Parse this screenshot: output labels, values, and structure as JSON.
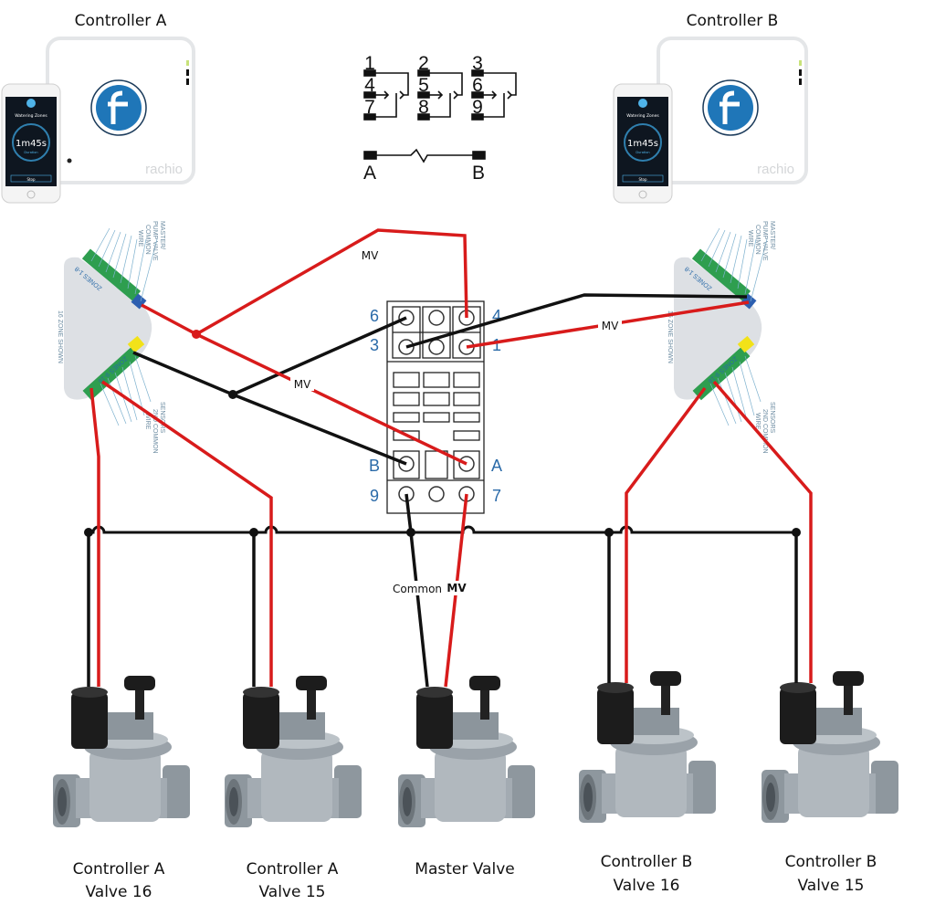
{
  "controllers": [
    {
      "title": "Controller A",
      "brand": "rachio",
      "phone": {
        "screen_title": "Watering Zones",
        "time": "1m45s",
        "sub": "Duration",
        "button": "Stop"
      }
    },
    {
      "title": "Controller B",
      "brand": "rachio",
      "phone": {
        "screen_title": "Watering Zones",
        "time": "1m45s",
        "sub": "Duration",
        "button": "Stop"
      }
    }
  ],
  "terminal_board": {
    "zones_1_8": "ZONES 1-8",
    "zones_9_16": "ZONES 9-16",
    "master": "MASTER/",
    "pump": "PUMP VALVE",
    "common": "COMMON",
    "wire": "WIRE",
    "sensors": "SENSORS",
    "second_common": "2ND COMMON",
    "second_wire": "WIRE",
    "shown": "16 ZONE SHOWN"
  },
  "relay_symbol": {
    "contacts": [
      "1",
      "2",
      "3",
      "4",
      "5",
      "6",
      "7",
      "8",
      "9"
    ],
    "coil": [
      "A",
      "B"
    ]
  },
  "relay_base": {
    "left": [
      "6",
      "3",
      "B",
      "9"
    ],
    "right": [
      "4",
      "1",
      "A",
      "7"
    ]
  },
  "wire_labels": {
    "mv": "MV",
    "common": "Common"
  },
  "valves": [
    {
      "line1": "Controller A",
      "line2": "Valve 16"
    },
    {
      "line1": "Controller A",
      "line2": "Valve 15"
    },
    {
      "line1": "Master Valve",
      "line2": ""
    },
    {
      "line1": "Controller B",
      "line2": "Valve 16"
    },
    {
      "line1": "Controller B",
      "line2": "Valve 15"
    }
  ],
  "colors": {
    "hot_wire": "#d81b1b",
    "common_wire": "#111111",
    "label_blue": "#2a6aa8",
    "logo_blue": "#1f76b8",
    "terminal_green": "#2e9e4f"
  }
}
